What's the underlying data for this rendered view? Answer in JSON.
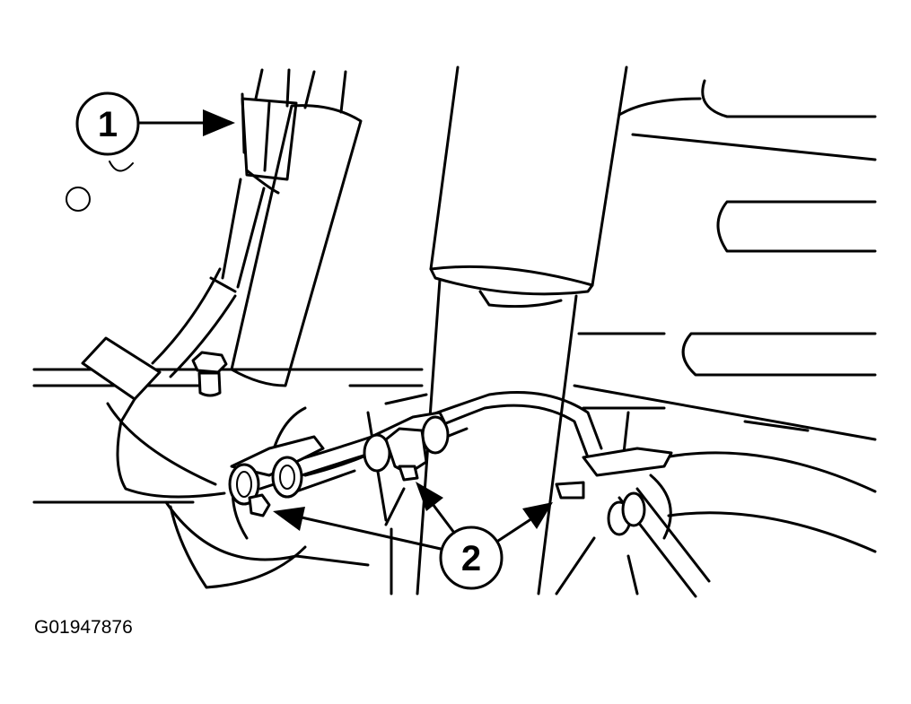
{
  "callouts": [
    {
      "id": "1",
      "label": "1"
    },
    {
      "id": "2",
      "label": "2"
    }
  ],
  "figure_code": "G01947876",
  "colors": {
    "ink": "#000000",
    "paper": "#ffffff"
  }
}
